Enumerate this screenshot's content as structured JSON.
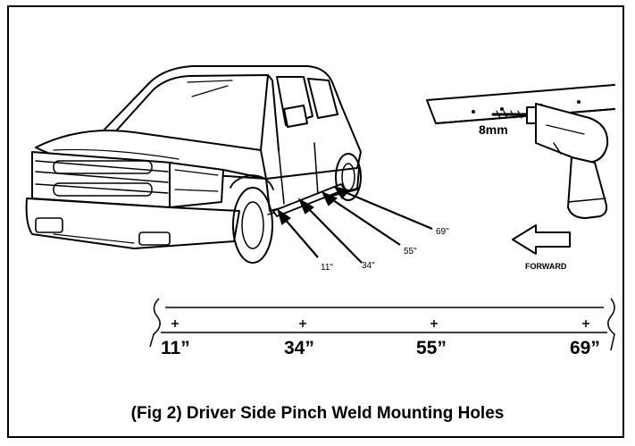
{
  "callouts": {
    "hole_1": "11\"",
    "hole_2": "34\"",
    "hole_3": "55\"",
    "hole_4": "69\""
  },
  "drill": {
    "bit_size": "8mm"
  },
  "direction": {
    "label": "FORWARD"
  },
  "scale": {
    "marks": [
      "11”",
      "34”",
      "55”",
      "69”"
    ]
  },
  "caption": "(Fig 2) Driver Side Pinch Weld Mounting Holes"
}
